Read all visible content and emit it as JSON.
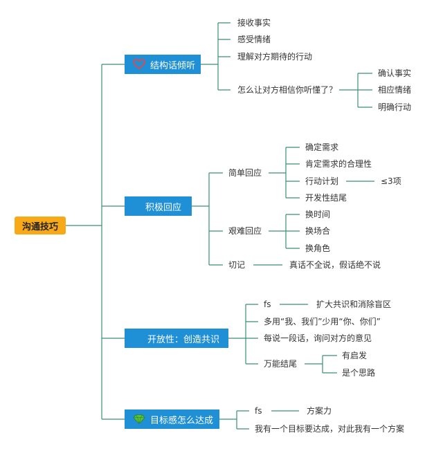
{
  "root": "沟通技巧",
  "branches": [
    {
      "label": "结构话倾听",
      "icon": "heart-icon",
      "children": [
        "接收事实",
        "感受情绪",
        "理解对方期待的行动",
        "怎么让对方相信你听懂了？"
      ],
      "sub": [
        "确认事实",
        "相应情绪",
        "明确行动"
      ]
    },
    {
      "label": "积极回应",
      "children": [
        "简单回应",
        "艰难回应",
        "切记"
      ],
      "simple": [
        "确定需求",
        "肯定需求的合理性",
        "行动计划",
        "开发性结尾"
      ],
      "plan_note": "≤3项",
      "hard": [
        "换时间",
        "换场合",
        "换角色"
      ],
      "remember_note": "真话不全说，假话绝不说"
    },
    {
      "label": "开放性：创造共识",
      "children": [
        "fs",
        "多用“我、我们”少用“你、你们”",
        "每说一段话，询问对方的意见",
        "万能结尾"
      ],
      "fs_note": "扩大共识和消除盲区",
      "endings": [
        "有启发",
        "是个思路"
      ]
    },
    {
      "label": "目标感怎么达成",
      "icon": "gem-icon",
      "children": [
        "fs",
        "我有一个目标要达成，对此我有一个方案"
      ],
      "fs_note": "方案力"
    }
  ],
  "colors": {
    "root": "#f7a917",
    "branch": "#1f8fd6",
    "line": "#3a8f72",
    "text": "#333333"
  }
}
